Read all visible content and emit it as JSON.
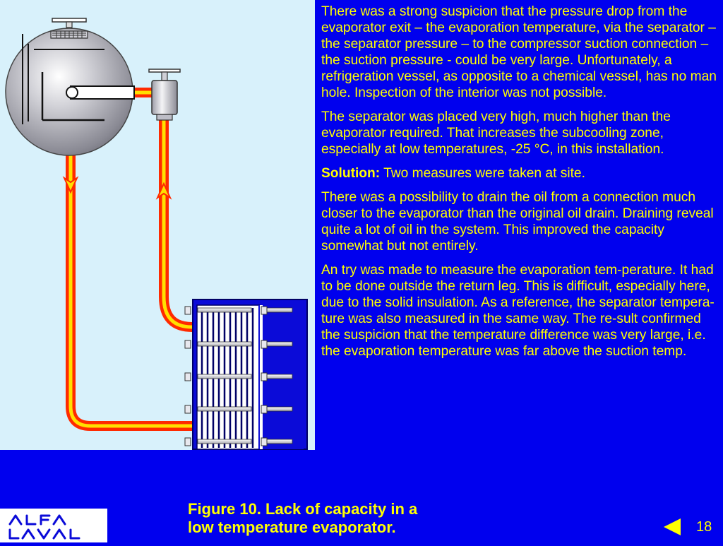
{
  "text": {
    "p1": "There was a strong suspicion that the pressure drop from the evaporator exit – the evaporation temperature, via the separator – the separator pressure – to the compressor suction connection – the suction pressure - could be very large. Unfortunately, a refrigeration vessel, as opposite to a chemical vessel, has no man hole. Inspection of the interior was not possible.",
    "p2": "The separator was placed very high, much higher than the evaporator required. That increases the subcooling zone, especially at low temperatures, -25 °C, in this installation.",
    "p3_label": "Solution:",
    "p3_text": " Two measures were taken at site.",
    "p4": "There was a possibility to drain the oil from a connection much closer to the evaporator than the original oil drain. Draining reveal quite a lot of oil in the system. This improved the capacity somewhat but not entirely.",
    "p5": "An try was made to measure the evaporation tem-perature. It had to be done outside the return leg. This is difficult, especially here, due to the solid insulation. As a reference, the separator tempera-ture was also measured in the same way. The re-sult confirmed the suspicion that the temperature difference was very large, i.e. the evaporation temperature was far above the suction temp."
  },
  "caption": {
    "line1": "Figure 10. Lack of capacity in a",
    "line2": "low temperature evaporator."
  },
  "logo": {
    "brand": "ALFA LAVAL",
    "icon": "alfa-laval-logo"
  },
  "navigation": {
    "prev_icon": "triangle-left-icon",
    "page_number": "18"
  },
  "colors": {
    "background": "#0000ee",
    "text": "#ffff00",
    "diagram_background": "#d8f1fb",
    "pipe_outer": "#ff2a00",
    "pipe_inner": "#ffe000"
  }
}
